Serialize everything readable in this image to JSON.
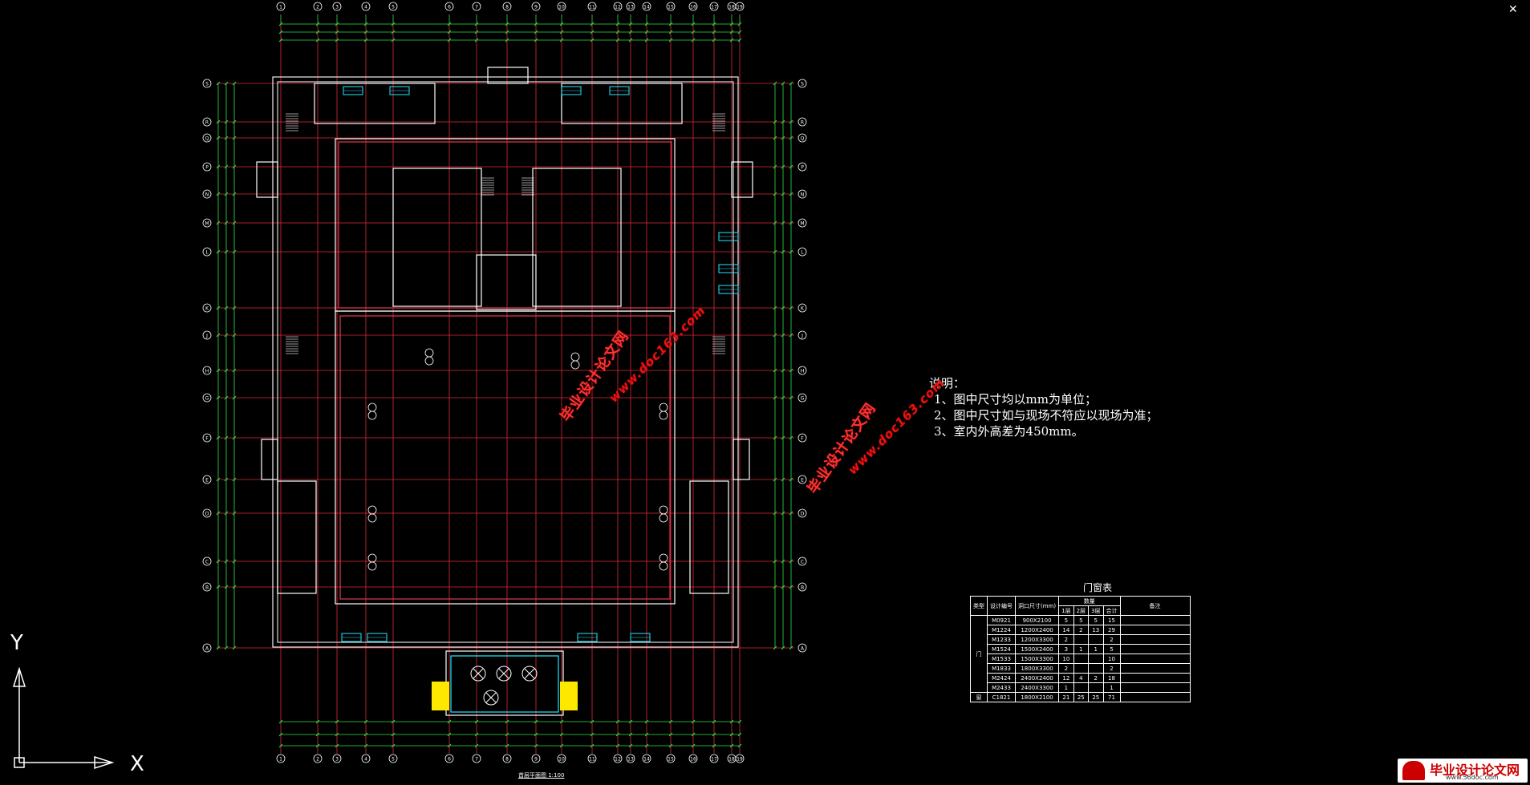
{
  "notes": {
    "heading": "说明：",
    "items": [
      "1、图中尺寸均以mm为单位；",
      "2、图中尺寸如与现场不符应以现场为准；",
      "3、室内外高差为450mm。"
    ]
  },
  "watermarks": {
    "site_name": "毕业设计论文网",
    "site_url": "www.doc163.com"
  },
  "door_window_table": {
    "title": "门窗表",
    "headers": [
      "类型",
      "设计编号",
      "洞口尺寸(mm)",
      "数量",
      "备注"
    ],
    "sub_headers": [
      "1层",
      "2层",
      "3层",
      "合计"
    ],
    "category_door": "门",
    "category_window": "窗",
    "rows": [
      {
        "code": "M0921",
        "size": "900X2100",
        "f1": "5",
        "f2": "5",
        "f3": "5",
        "total": "15"
      },
      {
        "code": "M1224",
        "size": "1200X2400",
        "f1": "14",
        "f2": "2",
        "f3": "13",
        "total": "29"
      },
      {
        "code": "M1233",
        "size": "1200X3300",
        "f1": "2",
        "f2": "",
        "f3": "",
        "total": "2"
      },
      {
        "code": "M1524",
        "size": "1500X2400",
        "f1": "3",
        "f2": "1",
        "f3": "1",
        "total": "5"
      },
      {
        "code": "M1533",
        "size": "1500X3300",
        "f1": "10",
        "f2": "",
        "f3": "",
        "total": "10"
      },
      {
        "code": "M1833",
        "size": "1800X3300",
        "f1": "2",
        "f2": "",
        "f3": "",
        "total": "2"
      },
      {
        "code": "M2424",
        "size": "2400X2400",
        "f1": "12",
        "f2": "4",
        "f3": "2",
        "total": "18"
      },
      {
        "code": "M2433",
        "size": "2400X3300",
        "f1": "1",
        "f2": "",
        "f3": "",
        "total": "1"
      }
    ],
    "window_row": {
      "code": "C1821",
      "size": "1800X2100",
      "f1": "21",
      "f2": "25",
      "f3": "25",
      "total": "71"
    }
  },
  "plan_title": "首层平面图 1:100",
  "ucs": {
    "x_label": "X",
    "y_label": "Y"
  },
  "logo": {
    "name": "毕业设计论文网",
    "url": "www.56doc.com"
  },
  "colors": {
    "background": "#000000",
    "grid_axis": "#e0283c",
    "dimension": "#2ee24a",
    "wall": "#ffffff",
    "furniture": "#22e8ff",
    "highlight": "#ffee00",
    "watermark": "#ff2a2a"
  },
  "axis_labels_horizontal": [
    "1",
    "2",
    "3",
    "4",
    "5",
    "6",
    "7",
    "8",
    "9",
    "10",
    "11",
    "12",
    "13",
    "14",
    "15",
    "16",
    "17",
    "18",
    "19"
  ],
  "axis_labels_vertical": [
    "A",
    "B",
    "C",
    "D",
    "E",
    "F",
    "G",
    "H",
    "J",
    "K",
    "L",
    "M",
    "N",
    "P",
    "Q",
    "R",
    "S"
  ]
}
